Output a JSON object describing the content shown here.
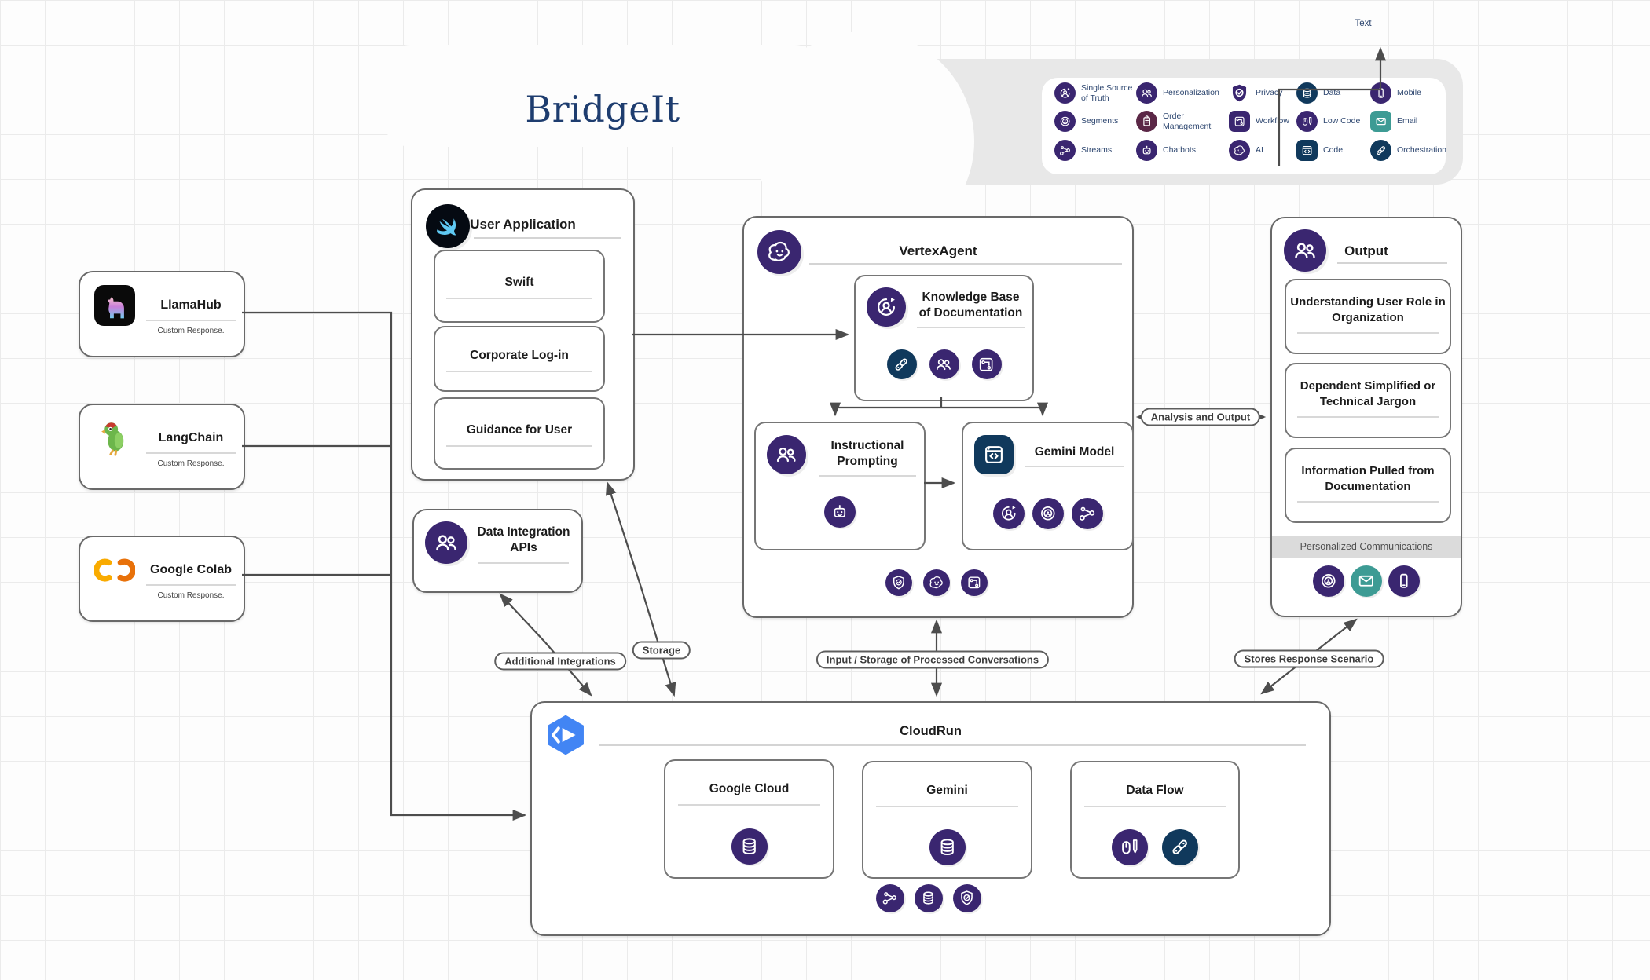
{
  "title": "BridgeIt",
  "annotations": {
    "text_label": "Text"
  },
  "colors": {
    "icon_purple": "#3A2670",
    "icon_navy": "#10395C",
    "icon_maroon": "#5B2746",
    "icon_teal": "#3D9B94",
    "google_blue": "#4285F4",
    "title_navy": "#1E3D6F",
    "header_band_gray": "#E8E8E8",
    "personalized_bar_gray": "#DBDBDB"
  },
  "legend": {
    "items": [
      {
        "label": "Single Source of Truth",
        "icon": "single-source-of-truth-icon"
      },
      {
        "label": "Segments",
        "icon": "segments-icon"
      },
      {
        "label": "Streams",
        "icon": "streams-icon"
      },
      {
        "label": "Personalization",
        "icon": "personalization-icon"
      },
      {
        "label": "Order Management",
        "icon": "order-management-icon"
      },
      {
        "label": "Chatbots",
        "icon": "chatbots-icon"
      },
      {
        "label": "Privacy",
        "icon": "privacy-icon"
      },
      {
        "label": "Workflow",
        "icon": "workflow-icon"
      },
      {
        "label": "AI",
        "icon": "ai-icon"
      },
      {
        "label": "Data",
        "icon": "data-icon"
      },
      {
        "label": "Low Code",
        "icon": "low-code-icon"
      },
      {
        "label": "Code",
        "icon": "code-icon"
      },
      {
        "label": "Mobile",
        "icon": "mobile-icon"
      },
      {
        "label": "Email",
        "icon": "email-icon"
      },
      {
        "label": "Orchestration",
        "icon": "orchestration-icon"
      }
    ]
  },
  "nodes": {
    "llamahub": {
      "title": "LlamaHub",
      "subtitle": "Custom Response.",
      "icon": "llama-logo"
    },
    "langchain": {
      "title": "LangChain",
      "subtitle": "Custom Response.",
      "icon": "parrot-logo"
    },
    "google_colab": {
      "title": "Google Colab",
      "subtitle": "Custom Response.",
      "icon": "colab-logo"
    },
    "user_application": {
      "title": "User Application",
      "icon": "swift-logo",
      "items": [
        "Swift",
        "Corporate Log-in",
        "Guidance for User"
      ]
    },
    "data_integration_apis": {
      "title": "Data Integration APIs",
      "icon": "personalization"
    },
    "vertex_agent": {
      "title": "VertexAgent",
      "icon": "ai-einstein",
      "knowledge_base": {
        "title": "Knowledge Base of Documentation",
        "icon": "single-source-of-truth",
        "icons": [
          "orchestration",
          "personalization",
          "workflow"
        ]
      },
      "instructional_prompting": {
        "title": "Instructional Prompting",
        "icon": "personalization",
        "icons": [
          "chatbots"
        ]
      },
      "gemini_model": {
        "title": "Gemini Model",
        "icon": "code-window",
        "icons": [
          "single-source-of-truth",
          "segments",
          "streams"
        ]
      },
      "footer_icons": [
        "privacy",
        "ai",
        "workflow"
      ]
    },
    "output": {
      "title": "Output",
      "icon": "personalization",
      "items": [
        "Understanding User Role in Organization",
        "Dependent Simplified or Technical Jargon",
        "Information Pulled from Documentation"
      ],
      "footer": "Personalized Communications",
      "footer_icons": [
        "segments",
        "email",
        "mobile"
      ]
    },
    "cloudrun": {
      "title": "CloudRun",
      "icon": "cloud-run-logo",
      "items": [
        "Google Cloud",
        "Gemini",
        "Data Flow"
      ],
      "google_cloud_icons": [
        "data"
      ],
      "gemini_icons": [
        "data"
      ],
      "data_flow_icons": [
        "low-code",
        "orchestration"
      ],
      "footer_icons": [
        "streams",
        "data",
        "privacy"
      ]
    }
  },
  "connector_labels": {
    "additional_integrations": "Additional Integrations",
    "storage": "Storage",
    "input_storage": "Input / Storage of Processed Conversations",
    "stores_response": "Stores Response Scenario",
    "analysis_output": "Analysis and Output"
  }
}
